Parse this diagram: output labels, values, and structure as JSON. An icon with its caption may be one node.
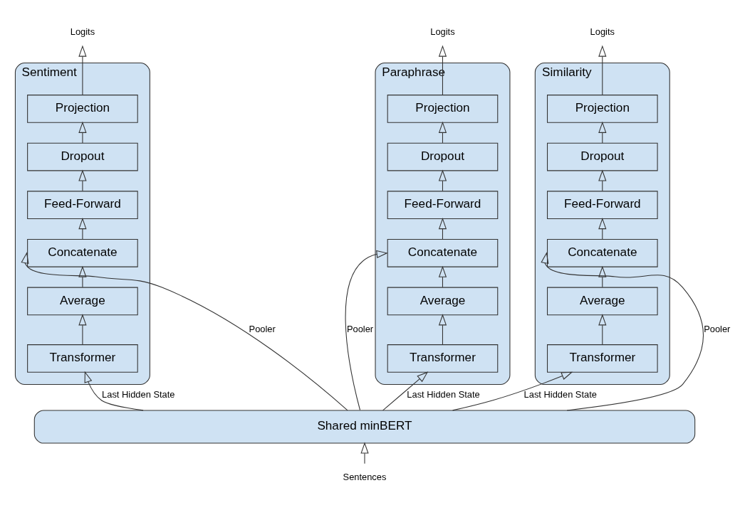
{
  "diagram": {
    "nodes": [
      {
        "text": [
          "Sentiment"
        ]
      },
      {
        "text": [
          "Projection"
        ],
        "in": 0
      },
      {
        "text": [
          "Dropout"
        ],
        "in": 0
      },
      {
        "text": [
          "Feed-Forward"
        ],
        "in": 0
      },
      {
        "text": [
          "Concatenate"
        ],
        "in": 0
      },
      {
        "text": [
          "Average"
        ],
        "in": 0
      },
      {
        "text": [
          "Transformer"
        ],
        "in": 0
      },
      {
        "text": [
          "Paraphrase"
        ]
      },
      {
        "text": [
          "Projection"
        ],
        "in": 7
      },
      {
        "text": [
          "Dropout"
        ],
        "in": 7
      },
      {
        "text": [
          "Feed-Forward"
        ],
        "in": 7
      },
      {
        "text": [
          "Concatenate"
        ],
        "in": 7
      },
      {
        "text": [
          "Average"
        ],
        "in": 7
      },
      {
        "text": [
          "Transformer"
        ],
        "in": 7
      },
      {
        "text": [
          "Similarity"
        ]
      },
      {
        "text": [
          "Projection"
        ],
        "in": 14
      },
      {
        "text": [
          "Dropout"
        ],
        "in": 14
      },
      {
        "text": [
          "Feed-Forward"
        ],
        "in": 14
      },
      {
        "text": [
          "Concatenate"
        ],
        "in": 14
      },
      {
        "text": [
          "Average"
        ],
        "in": 14
      },
      {
        "text": [
          "Transformer"
        ],
        "in": 14
      },
      {
        "text": [
          "Logits"
        ]
      },
      {
        "text": [
          "Logits"
        ]
      },
      {
        "text": [
          "Logits"
        ]
      },
      {
        "text": [
          "Shared minBERT"
        ]
      },
      {
        "text": [
          "Sentences"
        ]
      }
    ],
    "edges": [
      {
        "from": 25,
        "to": 24,
        "arrow": "to"
      },
      {
        "from": 24,
        "to": 4,
        "arrow": "to",
        "label": "Pooler"
      },
      {
        "from": 24,
        "to": 6,
        "arrow": "to",
        "label": "Last Hidden State"
      },
      {
        "from": 6,
        "to": 5,
        "arrow": "to"
      },
      {
        "from": 5,
        "to": 4,
        "arrow": "to"
      },
      {
        "from": 4,
        "to": 3,
        "arrow": "to"
      },
      {
        "from": 3,
        "to": 2,
        "arrow": "to"
      },
      {
        "from": 2,
        "to": 1,
        "arrow": "to"
      },
      {
        "from": 1,
        "to": 21,
        "arrow": "to"
      },
      {
        "from": 24,
        "to": 11,
        "arrow": "to",
        "label": "Pooler"
      },
      {
        "from": 24,
        "to": 13,
        "arrow": "to",
        "label": "Last Hidden State"
      },
      {
        "from": 13,
        "to": 12,
        "arrow": "to"
      },
      {
        "from": 12,
        "to": 11,
        "arrow": "to"
      },
      {
        "from": 11,
        "to": 10,
        "arrow": "to"
      },
      {
        "from": 10,
        "to": 9,
        "arrow": "to"
      },
      {
        "from": 9,
        "to": 8,
        "arrow": "to"
      },
      {
        "from": 8,
        "to": 22,
        "arrow": "to"
      },
      {
        "from": 24,
        "to": 18,
        "arrow": "to",
        "label": "Pooler"
      },
      {
        "from": 24,
        "to": 20,
        "arrow": "to",
        "label": "Last Hidden State"
      },
      {
        "from": 20,
        "to": 19,
        "arrow": "to"
      },
      {
        "from": 19,
        "to": 18,
        "arrow": "to"
      },
      {
        "from": 18,
        "to": 17,
        "arrow": "to"
      },
      {
        "from": 17,
        "to": 16,
        "arrow": "to"
      },
      {
        "from": 16,
        "to": 15,
        "arrow": "to"
      },
      {
        "from": 15,
        "to": 23,
        "arrow": "to"
      }
    ]
  }
}
